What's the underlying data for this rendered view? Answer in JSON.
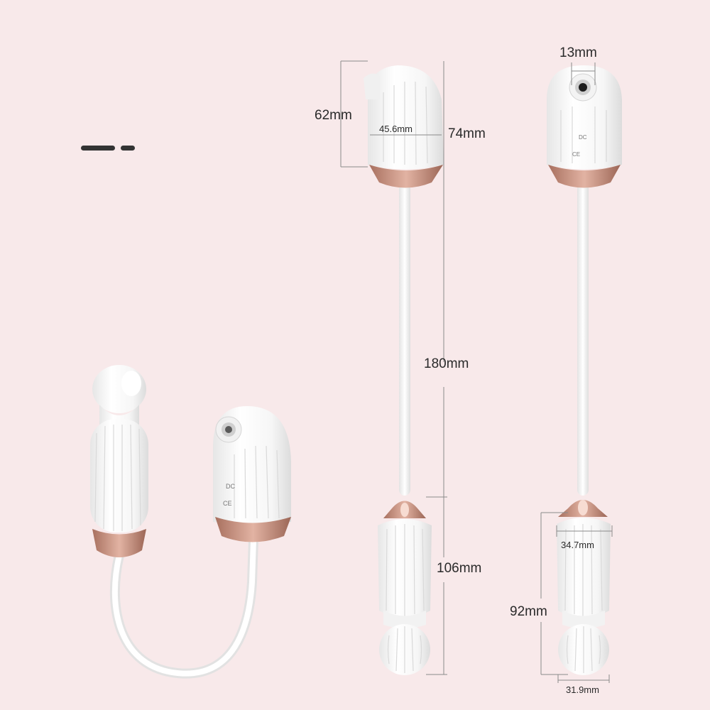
{
  "colors": {
    "background": "#f8e9ea",
    "device_white": "#fbfbfb",
    "rose_gold": "#c08a7b",
    "dimension_line": "#8a8a8a",
    "text": "#2a2a2a"
  },
  "dimensions": {
    "suction_width": "45.6mm",
    "suction_height": "62mm",
    "suction_head_height": "74mm",
    "cable_length": "180mm",
    "egg_length": "106mm",
    "suction_hole": "13mm",
    "egg_diameter": "34.7mm",
    "egg_body_length": "92mm",
    "egg_tip_diameter": "31.9mm"
  },
  "device_markings": {
    "dc": "DC",
    "ce": "CE"
  },
  "decorations": {
    "dash_mark": "dash-decoration"
  }
}
